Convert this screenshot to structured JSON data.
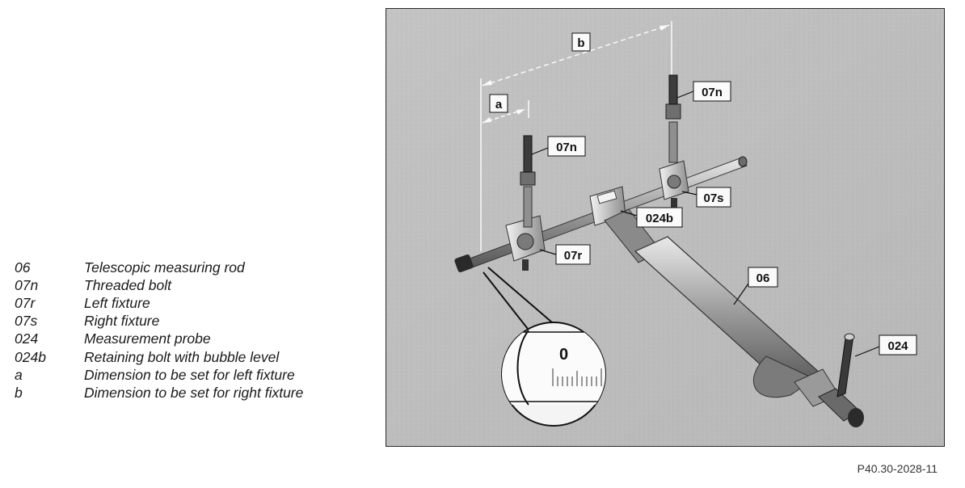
{
  "legend": [
    {
      "code": "06",
      "description": "Telescopic measuring rod"
    },
    {
      "code": "07n",
      "description": "Threaded bolt"
    },
    {
      "code": "07r",
      "description": "Left fixture"
    },
    {
      "code": "07s",
      "description": "Right fixture"
    },
    {
      "code": "024",
      "description": "Measurement probe"
    },
    {
      "code": "024b",
      "description": "Retaining bolt with bubble level"
    },
    {
      "code": "a",
      "description": "Dimension to be set for left fixture"
    },
    {
      "code": "b",
      "description": "Dimension to be set for right fixture"
    }
  ],
  "figure": {
    "callouts": {
      "b": "b",
      "a": "a",
      "bolt_right": "07n",
      "bolt_left": "07n",
      "fixture_right": "07s",
      "retaining_bolt": "024b",
      "fixture_left": "07r",
      "rod": "06",
      "probe": "024"
    },
    "scale_zero": "0"
  },
  "reference": "P40.30-2028-11"
}
